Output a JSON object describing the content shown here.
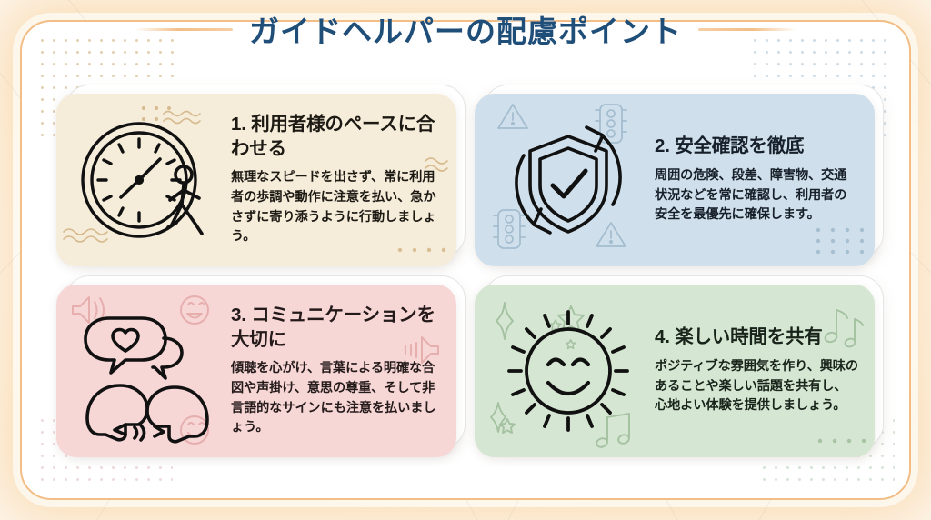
{
  "header": {
    "title": "ガイドヘルパーの配慮ポイント",
    "rule_left": "decorative-rule",
    "rule_right": "decorative-rule"
  },
  "theme": {
    "title_color": "#1f4e79",
    "frame_border": "#f3bd86",
    "page_background": "#fffdf8",
    "card1_bg": "#f5ecda",
    "card2_bg": "#cfe0ec",
    "card3_bg": "#f7d6d6",
    "card4_bg": "#d5e6d2"
  },
  "cards": [
    {
      "number": "1.",
      "title": "1. 利用者様のペースに合わせる",
      "desc": "無理なスピードを出さず、常に利用者の歩調や動作に注意を払い、急かさずに寄り添うように行動しましょう。",
      "icon": "clock-and-walking-person-icon",
      "accent": "#f5ecda"
    },
    {
      "number": "2.",
      "title": "2. 安全確認を徹底",
      "desc": "周囲の危険、段差、障害物、交通状況などを常に確認し、利用者の安全を最優先に確保します。",
      "icon": "shield-check-with-arrows-icon",
      "accent": "#cfe0ec"
    },
    {
      "number": "3.",
      "title": "3. コミュニケーションを大切に",
      "desc": "傾聴を心がけ、言葉による明確な合図や声掛け、意思の尊重、そして非言語的なサインにも注意を払いましょう。",
      "icon": "two-heads-speech-bubbles-icon",
      "accent": "#f7d6d6"
    },
    {
      "number": "4.",
      "title": "4. 楽しい時間を共有",
      "desc": "ポジティブな雰囲気を作り、興味のあることや楽しい話題を共有し、心地よい体験を提供しましょう。",
      "icon": "smiling-sun-icon",
      "accent": "#d5e6d2"
    }
  ],
  "decorations": {
    "card1": [
      "wavy-lines-icon",
      "dot-cluster-icon"
    ],
    "card2": [
      "warning-triangle-icon",
      "traffic-light-icon",
      "dot-cluster-icon"
    ],
    "card3": [
      "speaker-icon",
      "smiley-face-icon"
    ],
    "card4": [
      "sparkle-star-icon",
      "music-note-icon",
      "dot-cluster-icon"
    ]
  }
}
